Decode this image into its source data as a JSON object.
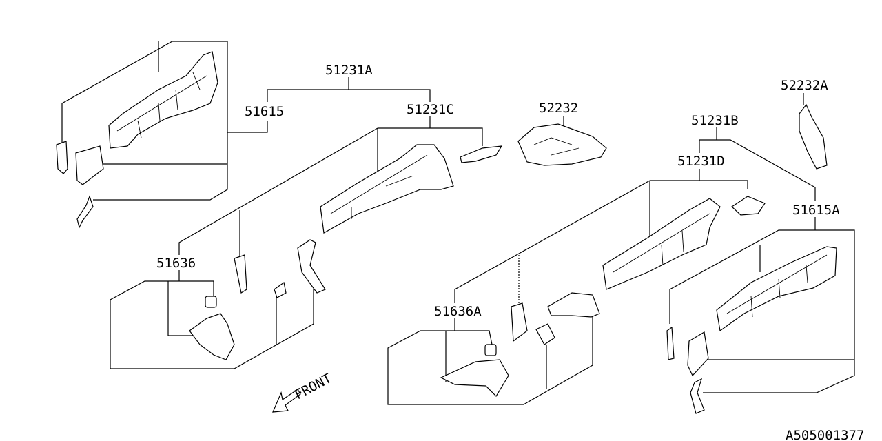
{
  "labels": {
    "l51231A": "51231A",
    "l51615": "51615",
    "l51231C": "51231C",
    "l52232": "52232",
    "l52232A": "52232A",
    "l51231B": "51231B",
    "l51231D": "51231D",
    "l51615A": "51615A",
    "l51636": "51636",
    "l51636A": "51636A"
  },
  "front_label": "FRONT",
  "diagram_id": "A505001377"
}
